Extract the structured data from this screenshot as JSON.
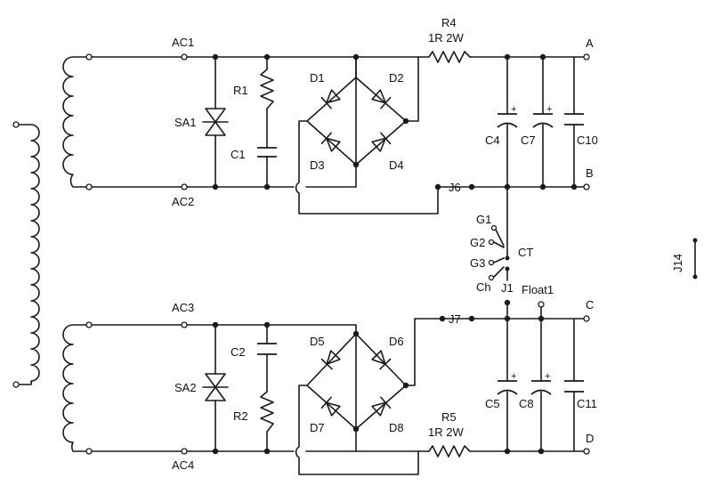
{
  "labels": {
    "ac1": "AC1",
    "ac2": "AC2",
    "ac3": "AC3",
    "ac4": "AC4",
    "r1": "R1",
    "r2": "R2",
    "c1": "C1",
    "c2": "C2",
    "sa1": "SA1",
    "sa2": "SA2",
    "d1": "D1",
    "d2": "D2",
    "d3": "D3",
    "d4": "D4",
    "d5": "D5",
    "d6": "D6",
    "d7": "D7",
    "d8": "D8",
    "r4": "R4",
    "r4_value": "1R 2W",
    "r5": "R5",
    "r5_value": "1R 2W",
    "c4": "C4",
    "c7": "C7",
    "c10": "C10",
    "c5": "C5",
    "c8": "C8",
    "c11": "C11",
    "a": "A",
    "b": "B",
    "c": "C",
    "d": "D",
    "j6": "J6",
    "j7": "J7",
    "j1": "J1",
    "j14": "J14",
    "g1": "G1",
    "g2": "G2",
    "g3": "G3",
    "ch": "Ch",
    "ct": "CT",
    "float1": "Float1",
    "plus": "+"
  }
}
